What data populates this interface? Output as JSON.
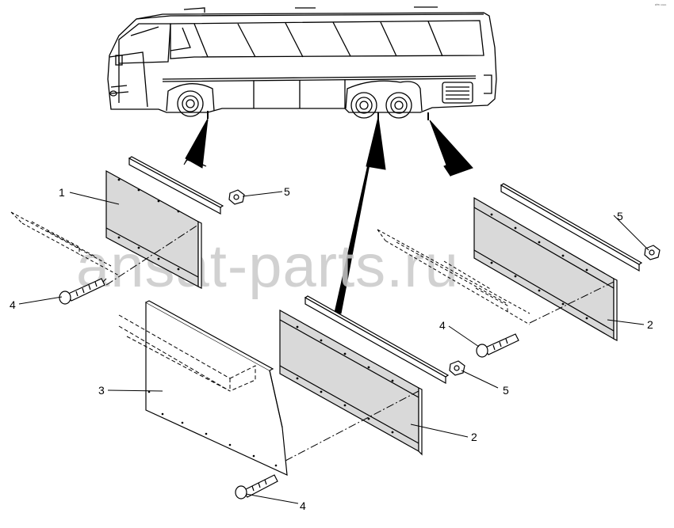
{
  "watermark": "ansat-parts.ru",
  "corner_ref": "ᵃⁱᵐ ⁿⁿⁿⁿ",
  "callouts": {
    "c1": "1",
    "c2a": "2",
    "c2b": "2",
    "c3": "3",
    "c4a": "4",
    "c4b": "4",
    "c4c": "4",
    "c5a": "5",
    "c5b": "5",
    "c5c": "5"
  },
  "colors": {
    "line": "#000000",
    "panel_fill": "#d9d9d9",
    "watermark": "#c9c9c9"
  }
}
